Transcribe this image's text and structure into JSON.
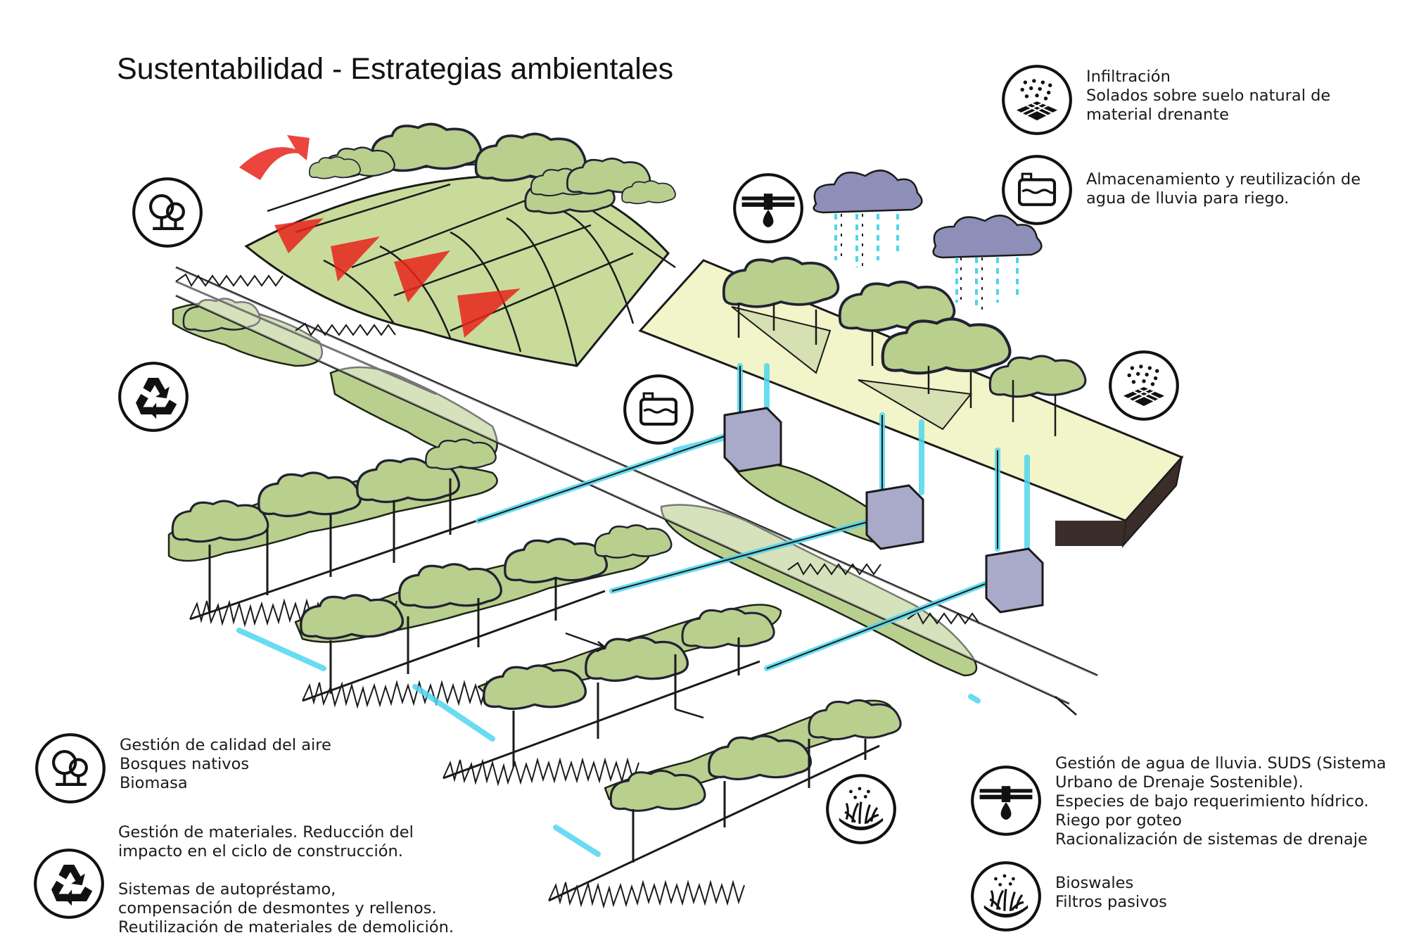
{
  "title": "Sustentabilidad - Estrategias ambientales",
  "legend_top_right": [
    {
      "icon": "infiltration-icon",
      "lines": [
        "Infiltración",
        "Solados sobre suelo natural de",
        "material drenante"
      ]
    },
    {
      "icon": "water-tank-icon",
      "lines": [
        "Almacenamiento y reutilización de",
        "agua de lluvia para riego."
      ]
    }
  ],
  "legend_bottom_left": [
    {
      "icon": "tree-icon",
      "lines": [
        "Gestión de calidad del aire",
        "Bosques nativos",
        "Biomasa"
      ]
    },
    {
      "icon": "recycle-icon",
      "lines": [
        "Gestión de materiales. Reducción del",
        "impacto en el ciclo de construcción."
      ],
      "lines2": [
        "Sistemas de autopréstamo,",
        "compensación de desmontes y rellenos.",
        "Reutilización de materiales de demolición."
      ]
    }
  ],
  "legend_bottom_right": [
    {
      "icon": "drainage-icon",
      "lines": [
        "Gestión de agua de lluvia. SUDS (Sistema",
        "Urbano de Drenaje Sostenible).",
        "Especies de bajo requerimiento hídrico.",
        "Riego por goteo",
        "Racionalización de sistemas de drenaje"
      ]
    },
    {
      "icon": "bioswale-icon",
      "lines": [
        "Bioswales",
        "Filtros pasivos"
      ]
    }
  ],
  "colors": {
    "vegetation": "#b9cf8e",
    "water": "#4fd6ee",
    "roof": "#f2f4c9",
    "cloud": "#8e8fb8",
    "tank": "#a9aac9",
    "sun_red": "#e8241c"
  }
}
